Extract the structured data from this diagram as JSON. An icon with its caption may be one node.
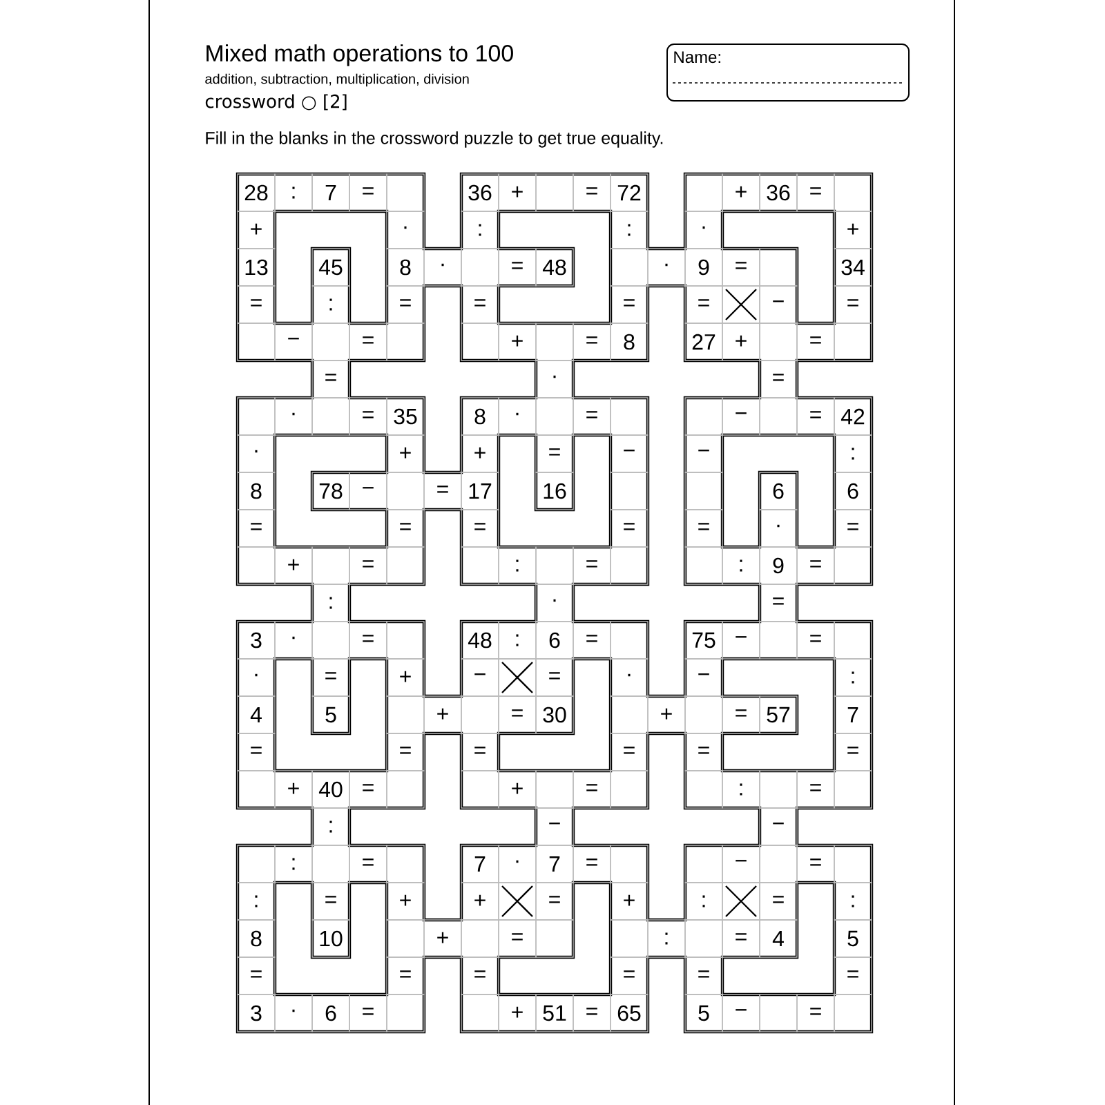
{
  "diagram": {
    "title": "Mixed math operations to 100",
    "nodes": [
      {
        "text": [
          "Name:"
        ]
      }
    ],
    "labels": [
      "addition, subtraction, multiplication, division",
      "crossword ○ [2]",
      "Fill in the blanks in the crossword puzzle to get true equality.",
      "28",
      ":",
      "7",
      "=",
      "36",
      "+",
      "=",
      "72",
      "+",
      "36",
      "=",
      "+",
      "·",
      ":",
      ":",
      "·",
      "+",
      "13",
      "45",
      "8",
      "·",
      "=",
      "48",
      "·",
      "9",
      "=",
      "34",
      "=",
      ":",
      "=",
      "=",
      "=",
      "=",
      "−",
      "=",
      "−",
      "=",
      "+",
      "=",
      "8",
      "27",
      "+",
      "=",
      "=",
      "·",
      "=",
      "·",
      "=",
      "35",
      "8",
      "·",
      "=",
      "−",
      "=",
      "42",
      "·",
      "+",
      "+",
      "=",
      "−",
      "−",
      ":",
      "8",
      "78",
      "−",
      "=",
      "17",
      "16",
      "6",
      "6",
      "=",
      "=",
      "=",
      "=",
      "=",
      "·",
      "=",
      "+",
      "=",
      ":",
      "=",
      ":",
      "9",
      "=",
      ":",
      "·",
      "=",
      "3",
      "·",
      "=",
      "48",
      ":",
      "6",
      "=",
      "75",
      "−",
      "=",
      "·",
      "=",
      "+",
      "−",
      "=",
      "·",
      "−",
      ":",
      "4",
      "5",
      "+",
      "=",
      "30",
      "+",
      "=",
      "57",
      "7",
      "=",
      "=",
      "=",
      "=",
      "=",
      "=",
      "+",
      "40",
      "=",
      "+",
      "=",
      ":",
      "=",
      ":",
      "−",
      "−",
      ":",
      "=",
      "7",
      "·",
      "7",
      "=",
      "−",
      "=",
      ":",
      "=",
      "+",
      "+",
      "=",
      "+",
      ":",
      "=",
      ":",
      "8",
      "10",
      "+",
      "=",
      ":",
      "=",
      "4",
      "5",
      "=",
      "=",
      "=",
      "=",
      "=",
      "=",
      "3",
      "·",
      "6",
      "=",
      "+",
      "51",
      "=",
      "65",
      "5",
      "−",
      "="
    ]
  }
}
